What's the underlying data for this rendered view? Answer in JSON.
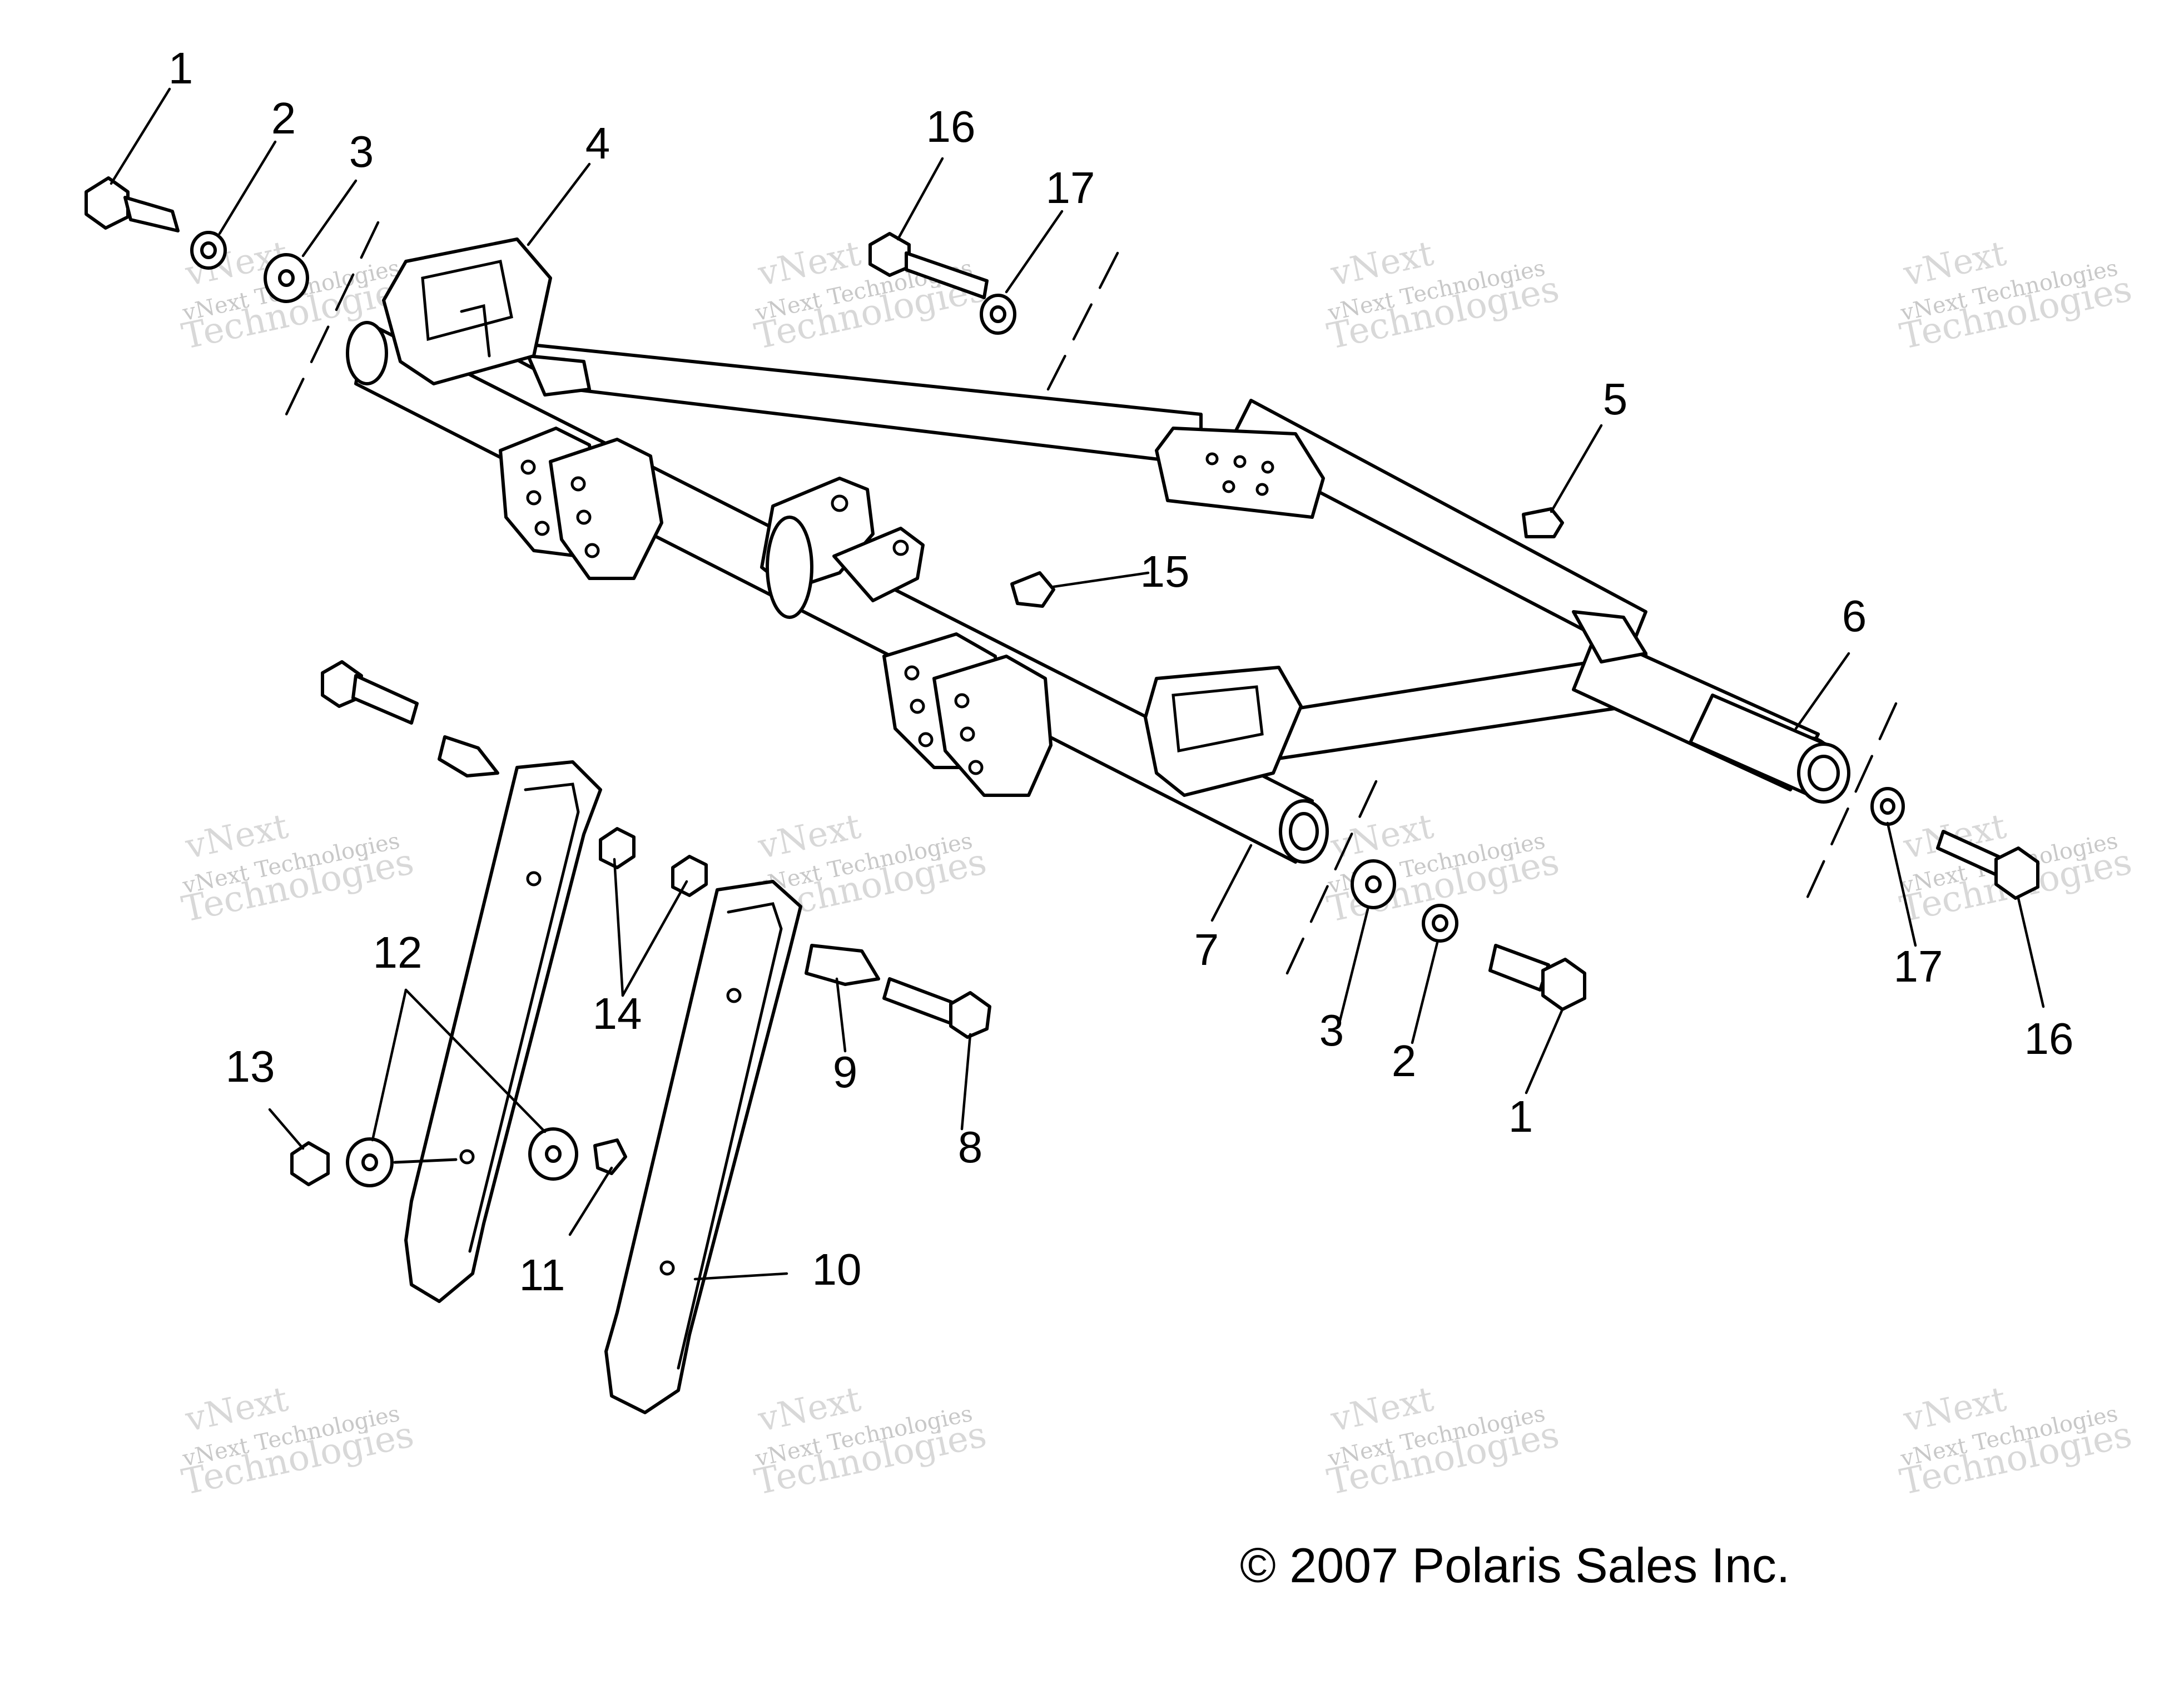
{
  "callouts": [
    {
      "label": "1"
    },
    {
      "label": "2"
    },
    {
      "label": "3"
    },
    {
      "label": "4"
    },
    {
      "label": "16"
    },
    {
      "label": "17"
    },
    {
      "label": "5"
    },
    {
      "label": "15"
    },
    {
      "label": "6"
    },
    {
      "label": "7"
    },
    {
      "label": "3"
    },
    {
      "label": "2"
    },
    {
      "label": "1"
    },
    {
      "label": "17"
    },
    {
      "label": "16"
    },
    {
      "label": "12"
    },
    {
      "label": "13"
    },
    {
      "label": "14"
    },
    {
      "label": "9"
    },
    {
      "label": "8"
    },
    {
      "label": "11"
    },
    {
      "label": "10"
    }
  ],
  "watermark": {
    "line1": "vNext Technologies",
    "line2": "Technologies",
    "line3": "vNext"
  },
  "copyright": "© 2007 Polaris Sales Inc."
}
